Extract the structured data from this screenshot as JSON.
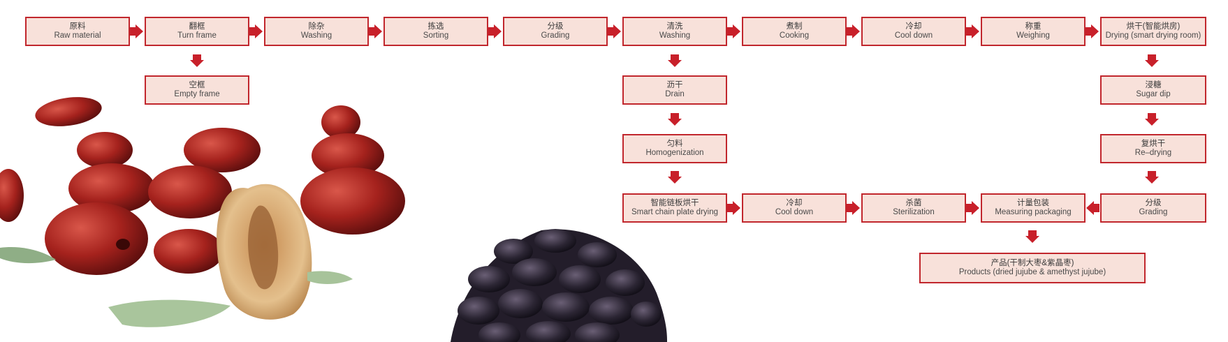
{
  "colors": {
    "box_border": "#c1272d",
    "box_fill": "#f8e1da",
    "arrow": "#c8202a"
  },
  "steps": {
    "raw": {
      "cn": "原料",
      "en": "Raw material"
    },
    "turn": {
      "cn": "翻框",
      "en": "Turn frame"
    },
    "wash1": {
      "cn": "除杂",
      "en": "Washing"
    },
    "sort": {
      "cn": "拣选",
      "en": "Sorting"
    },
    "grade1": {
      "cn": "分级",
      "en": "Grading"
    },
    "wash2": {
      "cn": "清洗",
      "en": "Washing"
    },
    "cook": {
      "cn": "煮制",
      "en": "Cooking"
    },
    "cool1": {
      "cn": "冷却",
      "en": "Cool down"
    },
    "weigh": {
      "cn": "称重",
      "en": "Weighing"
    },
    "dry": {
      "cn": "烘干(智能烘房)",
      "en": "Drying (smart drying room)"
    },
    "empty": {
      "cn": "空框",
      "en": "Empty frame"
    },
    "drain": {
      "cn": "沥干",
      "en": "Drain"
    },
    "homog": {
      "cn": "匀料",
      "en": "Homogenization"
    },
    "chain": {
      "cn": "智能链板烘干",
      "en": "Smart chain plate drying"
    },
    "cool2": {
      "cn": "冷却",
      "en": "Cool down"
    },
    "steril": {
      "cn": "杀菌",
      "en": "Sterilization"
    },
    "pack": {
      "cn": "计量包装",
      "en": "Measuring packaging"
    },
    "grade2": {
      "cn": "分级",
      "en": "Grading"
    },
    "sugar": {
      "cn": "浸糖",
      "en": "Sugar dip"
    },
    "redry": {
      "cn": "复烘干",
      "en": "Re–drying"
    },
    "product": {
      "cn": "产品(干制大枣&紫晶枣)",
      "en": "Products (dried jujube & amethyst jujube)"
    }
  },
  "images": [
    {
      "name": "red-jujubes-photo",
      "alt": "red dates"
    },
    {
      "name": "dried-jujubes-photo",
      "alt": "amethyst jujube"
    }
  ]
}
